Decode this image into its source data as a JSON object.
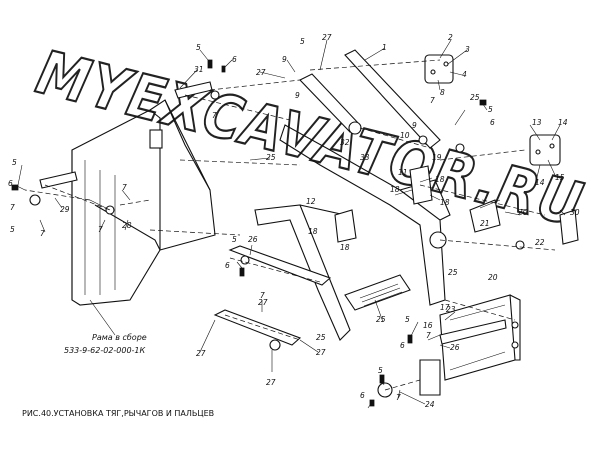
{
  "watermark": "MYEXCAVATOR.RU",
  "frame_label": {
    "line1": "Рама в сборе",
    "line2": "533-9-62-02-000-1К"
  },
  "caption": "РИС.40.УСТАНОВКА ТЯГ,РЫЧАГОВ И ПАЛЬЦЕВ",
  "callouts": [
    "1",
    "2",
    "3",
    "4",
    "5",
    "5",
    "5",
    "5",
    "5",
    "5",
    "5",
    "5",
    "6",
    "6",
    "6",
    "6",
    "6",
    "6",
    "7",
    "7",
    "7",
    "7",
    "7",
    "7",
    "7",
    "7",
    "7",
    "8",
    "9",
    "9",
    "9",
    "10",
    "11",
    "12",
    "13",
    "14",
    "14",
    "15",
    "16",
    "17",
    "18",
    "18",
    "18",
    "18",
    "18",
    "19",
    "20",
    "20",
    "21",
    "22",
    "23",
    "24",
    "25",
    "25",
    "25",
    "25",
    "25",
    "26",
    "26",
    "27",
    "27",
    "27",
    "27",
    "27",
    "27",
    "28",
    "29",
    "30",
    "31",
    "32",
    "33"
  ]
}
